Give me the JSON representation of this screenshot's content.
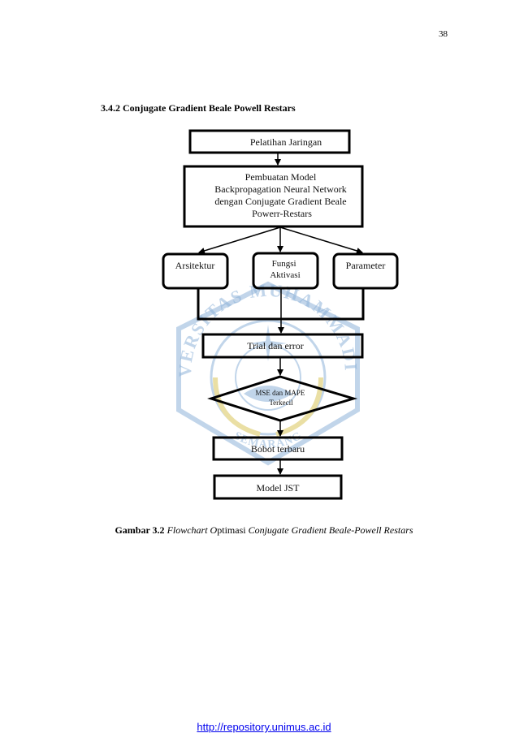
{
  "page": {
    "number": "38",
    "section_heading": "3.4.2 Conjugate Gradient Beale Powell Restars",
    "footer_link": "http://repository.unimus.ac.id"
  },
  "flowchart": {
    "training": "Pelatihan Jaringan",
    "model_lines": [
      "Pembuatan Model",
      "Backpropagation Neural Network",
      "dengan Conjugate Gradient Beale",
      "Powerr-Restars"
    ],
    "architecture": "Arsitektur",
    "activation_lines": [
      "Fungsi",
      "Aktivasi"
    ],
    "parameter": "Parameter",
    "trial": "Trial dan error",
    "decision_lines": [
      "MSE  dan MAPE",
      "Terkecil"
    ],
    "weights": "Bobot terbaru",
    "model_output": "Model JST"
  },
  "caption": {
    "label": "Gambar 3.2",
    "italic_1": "Flowchart O",
    "normal": "ptimasi ",
    "italic_2": "Conjugate Gradient Beale-Powell Restars"
  },
  "watermark": {
    "text_top": "UNIVERSITAS MUHAMMADIYAH",
    "text_bottom": "SEMARANG",
    "color": "#8fb3d9"
  }
}
